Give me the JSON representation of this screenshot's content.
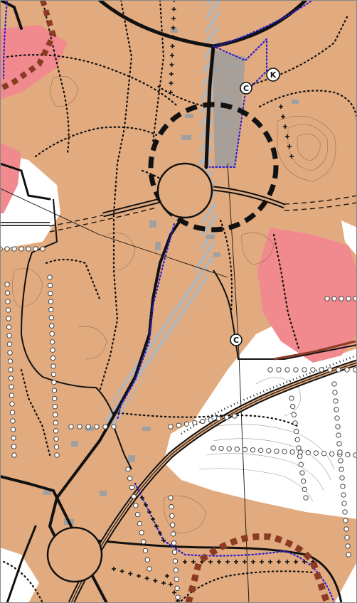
{
  "colors": {
    "land": "#e2ab7f",
    "pink_zone": "#f08a8f",
    "white_area": "#ffffff",
    "road": "#111111",
    "blue_boundary": "#2a1fd0",
    "grey_blocks": "#a9a9a9",
    "brown_route": "#8b3a24",
    "contour": "#5a4030"
  },
  "map": {
    "markers": [
      {
        "id": "k",
        "label": "K"
      },
      {
        "id": "c1",
        "label": "C"
      },
      {
        "id": "c2",
        "label": "C"
      }
    ]
  }
}
